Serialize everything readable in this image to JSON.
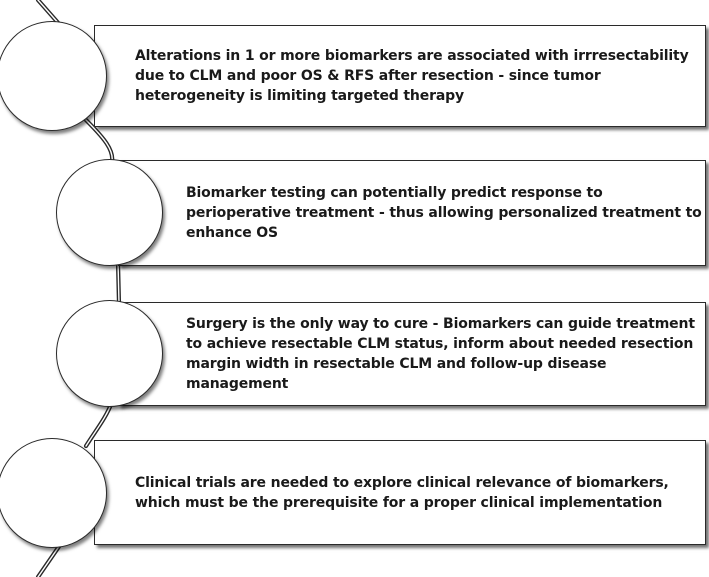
{
  "steps": [
    {
      "text": "Alterations in 1 or more biomarkers are associated with irrresectability due to CLM and poor OS & RFS after resection - since tumor heterogeneity is limiting targeted therapy"
    },
    {
      "text": "Biomarker testing can potentially predict response to perioperative treatment - thus allowing personalized treatment to enhance OS"
    },
    {
      "text": "Surgery is the only way to cure - Biomarkers can guide treatment to achieve resectable CLM status, inform about needed resection margin width in resectable CLM and follow-up disease management"
    },
    {
      "text": "Clinical trials are needed to explore clinical relevance of biomarkers, which must be the prerequisite for a proper clinical implementation"
    }
  ],
  "colors": {
    "stroke": "#2a2a2a",
    "text": "#1a1a1a",
    "fill": "#ffffff"
  }
}
